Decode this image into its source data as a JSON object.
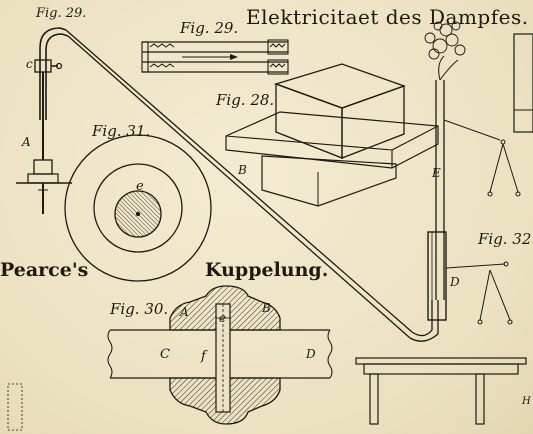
{
  "plate": {
    "title": "Elektricitaet des Dampfes.",
    "section_title_left": "Pearce's",
    "section_title_right": "Kuppelung."
  },
  "figures": {
    "fig29_top": "Fig. 29.",
    "fig29_mid": "Fig. 29.",
    "fig28": "Fig. 28.",
    "fig31": "Fig. 31.",
    "fig30": "Fig. 30.",
    "fig32": "Fig. 32."
  },
  "letters": {
    "c": "c",
    "A_left": "A",
    "B_pipe": "B",
    "E": "E",
    "D_right": "D",
    "e_circle": "e",
    "A_coupling": "A",
    "B_coupling": "B",
    "e_coupling": "e",
    "C": "C",
    "f": "f",
    "D_coupling": "D",
    "H": "H"
  }
}
